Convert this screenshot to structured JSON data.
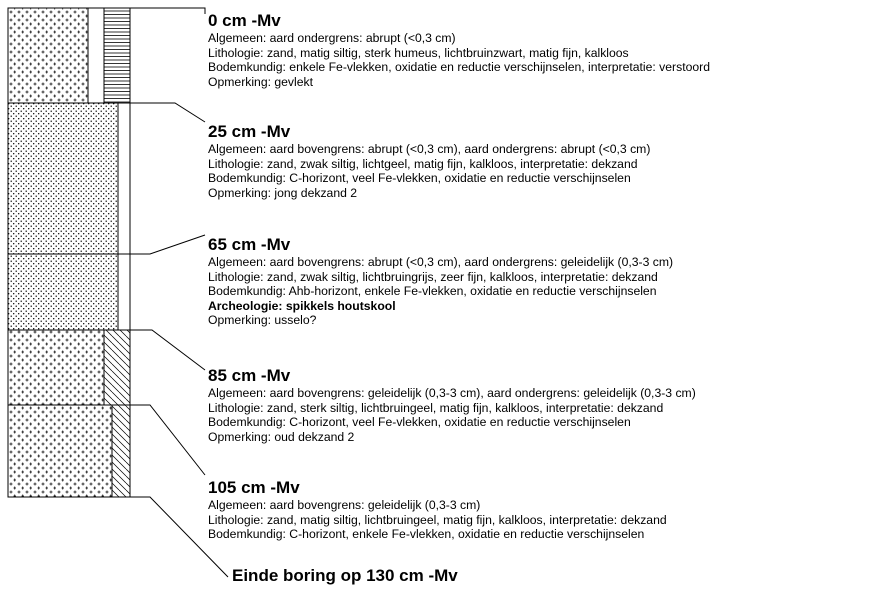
{
  "layers": [
    {
      "depth": "0 cm -Mv",
      "lines": [
        {
          "text": "Algemeen: aard ondergrens: abrupt (<0,3 cm)",
          "bold": false
        },
        {
          "text": "Lithologie: zand, matig siltig, sterk humeus, lichtbruinzwart, matig fijn, kalkloos",
          "bold": false
        },
        {
          "text": "Bodemkundig: enkele Fe-vlekken, oxidatie en reductie verschijnselen, interpretatie: verstoord",
          "bold": false
        },
        {
          "text": "Opmerking: gevlekt",
          "bold": false
        }
      ]
    },
    {
      "depth": "25 cm -Mv",
      "lines": [
        {
          "text": "Algemeen: aard bovengrens: abrupt (<0,3 cm), aard ondergrens: abrupt (<0,3 cm)",
          "bold": false
        },
        {
          "text": "Lithologie: zand, zwak siltig, lichtgeel, matig fijn, kalkloos, interpretatie: dekzand",
          "bold": false
        },
        {
          "text": "Bodemkundig: C-horizont, veel Fe-vlekken, oxidatie en reductie verschijnselen",
          "bold": false
        },
        {
          "text": "Opmerking: jong dekzand 2",
          "bold": false
        }
      ]
    },
    {
      "depth": "65 cm -Mv",
      "lines": [
        {
          "text": "Algemeen: aard bovengrens: abrupt (<0,3 cm), aard ondergrens: geleidelijk (0,3-3 cm)",
          "bold": false
        },
        {
          "text": "Lithologie: zand, zwak siltig, lichtbruingrijs, zeer fijn, kalkloos, interpretatie: dekzand",
          "bold": false
        },
        {
          "text": "Bodemkundig: Ahb-horizont, enkele Fe-vlekken, oxidatie en reductie verschijnselen",
          "bold": false
        },
        {
          "text": "Archeologie: spikkels houtskool",
          "bold": true
        },
        {
          "text": "Opmerking: usselo?",
          "bold": false
        }
      ]
    },
    {
      "depth": "85 cm -Mv",
      "lines": [
        {
          "text": "Algemeen: aard bovengrens: geleidelijk (0,3-3 cm), aard ondergrens: geleidelijk (0,3-3 cm)",
          "bold": false
        },
        {
          "text": "Lithologie: zand, sterk siltig, lichtbruingeel, matig fijn, kalkloos, interpretatie: dekzand",
          "bold": false
        },
        {
          "text": "Bodemkundig: C-horizont, veel Fe-vlekken, oxidatie en reductie verschijnselen",
          "bold": false
        },
        {
          "text": "Opmerking: oud dekzand 2",
          "bold": false
        }
      ]
    },
    {
      "depth": "105 cm -Mv",
      "lines": [
        {
          "text": "Algemeen: aard bovengrens: geleidelijk (0,3-3 cm)",
          "bold": false
        },
        {
          "text": "Lithologie: zand, matig siltig, lichtbruingeel, matig fijn, kalkloos, interpretatie: dekzand",
          "bold": false
        },
        {
          "text": "Bodemkundig: C-horizont, enkele Fe-vlekken, oxidatie en reductie verschijnselen",
          "bold": false
        }
      ]
    }
  ],
  "end_text": "Einde boring op 130 cm -Mv"
}
